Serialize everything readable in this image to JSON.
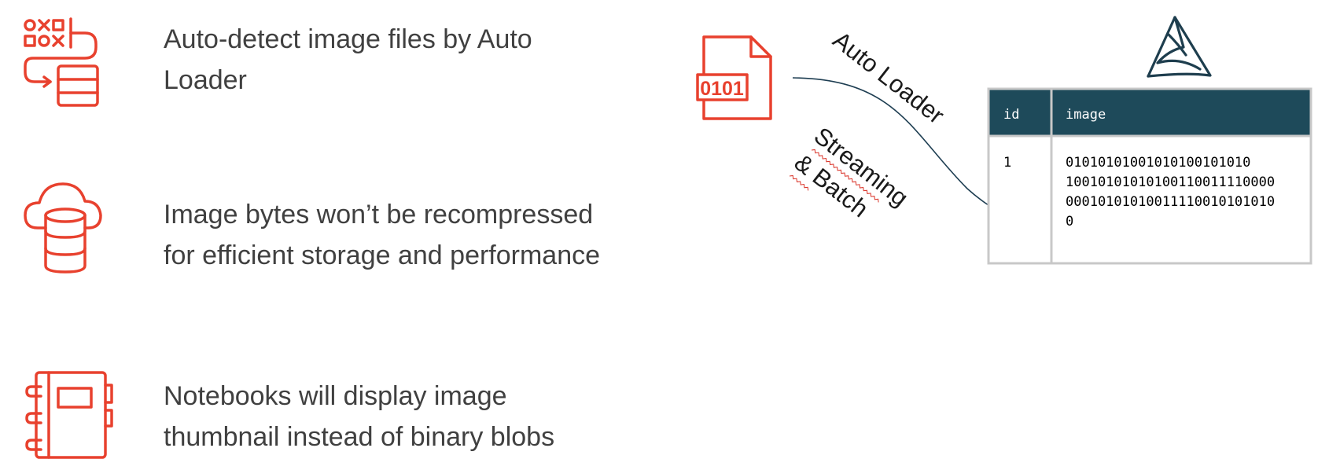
{
  "features": [
    {
      "icon": "workflow-icon",
      "lines": [
        "Auto-detect image files by Auto",
        "Loader"
      ]
    },
    {
      "icon": "cloud-database-icon",
      "lines": [
        "Image bytes won’t be recompressed",
        "for efficient storage and performance"
      ]
    },
    {
      "icon": "notebook-icon",
      "lines": [
        "Notebooks will display image",
        "thumbnail instead of binary blobs"
      ]
    }
  ],
  "diagram": {
    "file_icon": "binary-file-icon",
    "file_label": "0101",
    "arrow_label": "Auto Loader",
    "mode_label_line1": "Streaming",
    "mode_label_line2": "& Batch",
    "logo": "databricks-logo-icon",
    "table": {
      "headers": [
        "id",
        "image"
      ],
      "rows": [
        {
          "id": "1",
          "image_lines": [
            "01010101001010100101010",
            "10010101010100110011110000",
            "00010101010011110010101010",
            "0"
          ]
        }
      ]
    }
  },
  "colors": {
    "icon_red": "#e8412e",
    "text_gray": "#404040",
    "table_header_bg": "#1e4a5a",
    "table_border": "#c8c8c8",
    "arrow": "#1e3e52"
  }
}
